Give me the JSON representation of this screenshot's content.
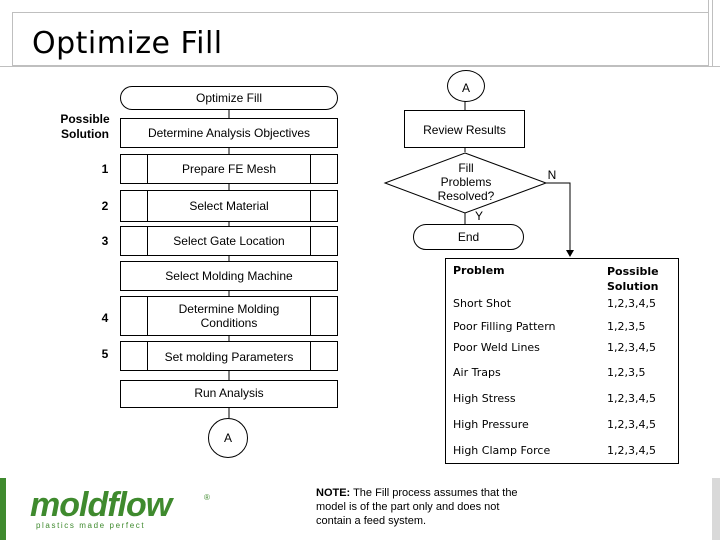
{
  "slide": {
    "title": "Optimize Fill"
  },
  "left_flow": {
    "start_label": "Optimize Fill",
    "header": "Possible\nSolution",
    "steps": [
      {
        "num": "",
        "label": "Determine Analysis Objectives"
      },
      {
        "num": "1",
        "label": "Prepare FE Mesh"
      },
      {
        "num": "2",
        "label": "Select Material"
      },
      {
        "num": "3",
        "label": "Select Gate Location"
      },
      {
        "num": "",
        "label": "Select Molding Machine"
      },
      {
        "num": "4",
        "label": "Determine Molding\nConditions"
      },
      {
        "num": "5",
        "label": "Set molding Parameters"
      },
      {
        "num": "",
        "label": "Run Analysis"
      }
    ],
    "connector_bottom": "A"
  },
  "right_flow": {
    "connector_top": "A",
    "review": "Review Results",
    "decision": "Fill\nProblems\nResolved?",
    "no_label": "N",
    "yes_label": "Y",
    "end": "End"
  },
  "table": {
    "headers": [
      "Problem",
      "Possible\nSolution"
    ],
    "rows": [
      [
        "Short Shot",
        "1,2,3,4,5"
      ],
      [
        "Poor Filling Pattern",
        "1,2,3,5"
      ],
      [
        "Poor Weld Lines",
        "1,2,3,4,5"
      ],
      [
        "Air Traps",
        "1,2,3,5"
      ],
      [
        "High Stress",
        "1,2,3,4,5"
      ],
      [
        "High Pressure",
        "1,2,3,4,5"
      ],
      [
        "High Clamp Force",
        "1,2,3,4,5"
      ]
    ]
  },
  "note": {
    "bold": "NOTE:",
    "text": " The Fill process assumes that the model is of the part only and does not contain a feed system."
  },
  "logo": {
    "name": "moldflow",
    "tagline": "plastics made perfect",
    "mark": "®",
    "color": "#3f8a2e"
  }
}
